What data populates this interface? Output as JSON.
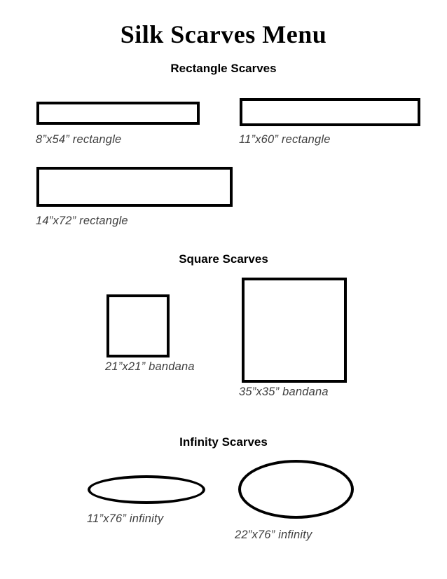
{
  "document": {
    "title": "Silk Scarves Menu"
  },
  "sections": [
    {
      "id": "rectangle",
      "header": "Rectangle Scarves",
      "items": [
        {
          "label": "8”x54” rectangle",
          "shape": "rectangle"
        },
        {
          "label": "11”x60” rectangle",
          "shape": "rectangle"
        },
        {
          "label": "14”x72” rectangle",
          "shape": "rectangle"
        }
      ]
    },
    {
      "id": "square",
      "header": "Square Scarves",
      "items": [
        {
          "label": "21”x21” bandana",
          "shape": "square"
        },
        {
          "label": "35”x35” bandana",
          "shape": "square"
        }
      ]
    },
    {
      "id": "infinity",
      "header": "Infinity Scarves",
      "items": [
        {
          "label": "11”x76” infinity",
          "shape": "ellipse"
        },
        {
          "label": "22”x76” infinity",
          "shape": "ellipse"
        }
      ]
    }
  ],
  "colors": {
    "background": "#ffffff",
    "outline": "#000000",
    "title_text": "#000000",
    "label_text": "#3f3f3f"
  }
}
